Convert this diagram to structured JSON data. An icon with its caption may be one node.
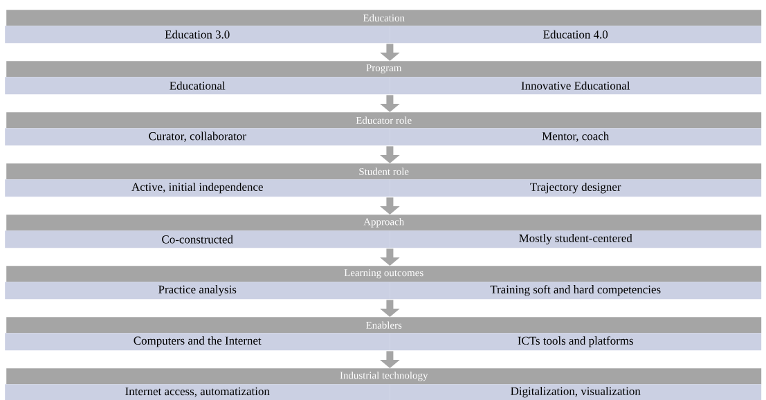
{
  "diagram": {
    "nodes": [
      {
        "text": [
          "Education"
        ]
      },
      {
        "text": [
          "Education 3.0"
        ]
      },
      {
        "text": [
          "Education 4.0"
        ]
      },
      {
        "text": [
          "Program"
        ]
      },
      {
        "text": [
          "Educational"
        ]
      },
      {
        "text": [
          "Innovative Educational"
        ]
      },
      {
        "text": [
          "Educator role"
        ]
      },
      {
        "text": [
          "Curator, collaborator"
        ]
      },
      {
        "text": [
          "Mentor, coach"
        ]
      },
      {
        "text": [
          "Student role"
        ]
      },
      {
        "text": [
          "Active, initial independence"
        ]
      },
      {
        "text": [
          "Trajectory designer"
        ]
      },
      {
        "text": [
          "Approach"
        ]
      },
      {
        "text": [
          "Co-constructed"
        ]
      },
      {
        "text": [
          "Mostly student-centered"
        ]
      },
      {
        "text": [
          "Learning outcomes"
        ]
      },
      {
        "text": [
          "Practice analysis"
        ]
      },
      {
        "text": [
          "Training soft and hard competencies"
        ]
      },
      {
        "text": [
          "Enablers"
        ]
      },
      {
        "text": [
          "Computers and the Internet"
        ]
      },
      {
        "text": [
          "ICTs tools and platforms"
        ]
      },
      {
        "text": [
          "Industrial technology"
        ]
      },
      {
        "text": [
          "Internet access, automatization"
        ]
      },
      {
        "text": [
          "Digitalization, visualization"
        ]
      }
    ],
    "edges": [
      {
        "from": 1,
        "to": 3,
        "arrow": "to"
      },
      {
        "from": 4,
        "to": 6,
        "arrow": "to"
      },
      {
        "from": 7,
        "to": 9,
        "arrow": "to"
      },
      {
        "from": 10,
        "to": 12,
        "arrow": "to"
      },
      {
        "from": 13,
        "to": 15,
        "arrow": "to"
      },
      {
        "from": 16,
        "to": 18,
        "arrow": "to"
      },
      {
        "from": 19,
        "to": 21,
        "arrow": "to"
      }
    ]
  }
}
